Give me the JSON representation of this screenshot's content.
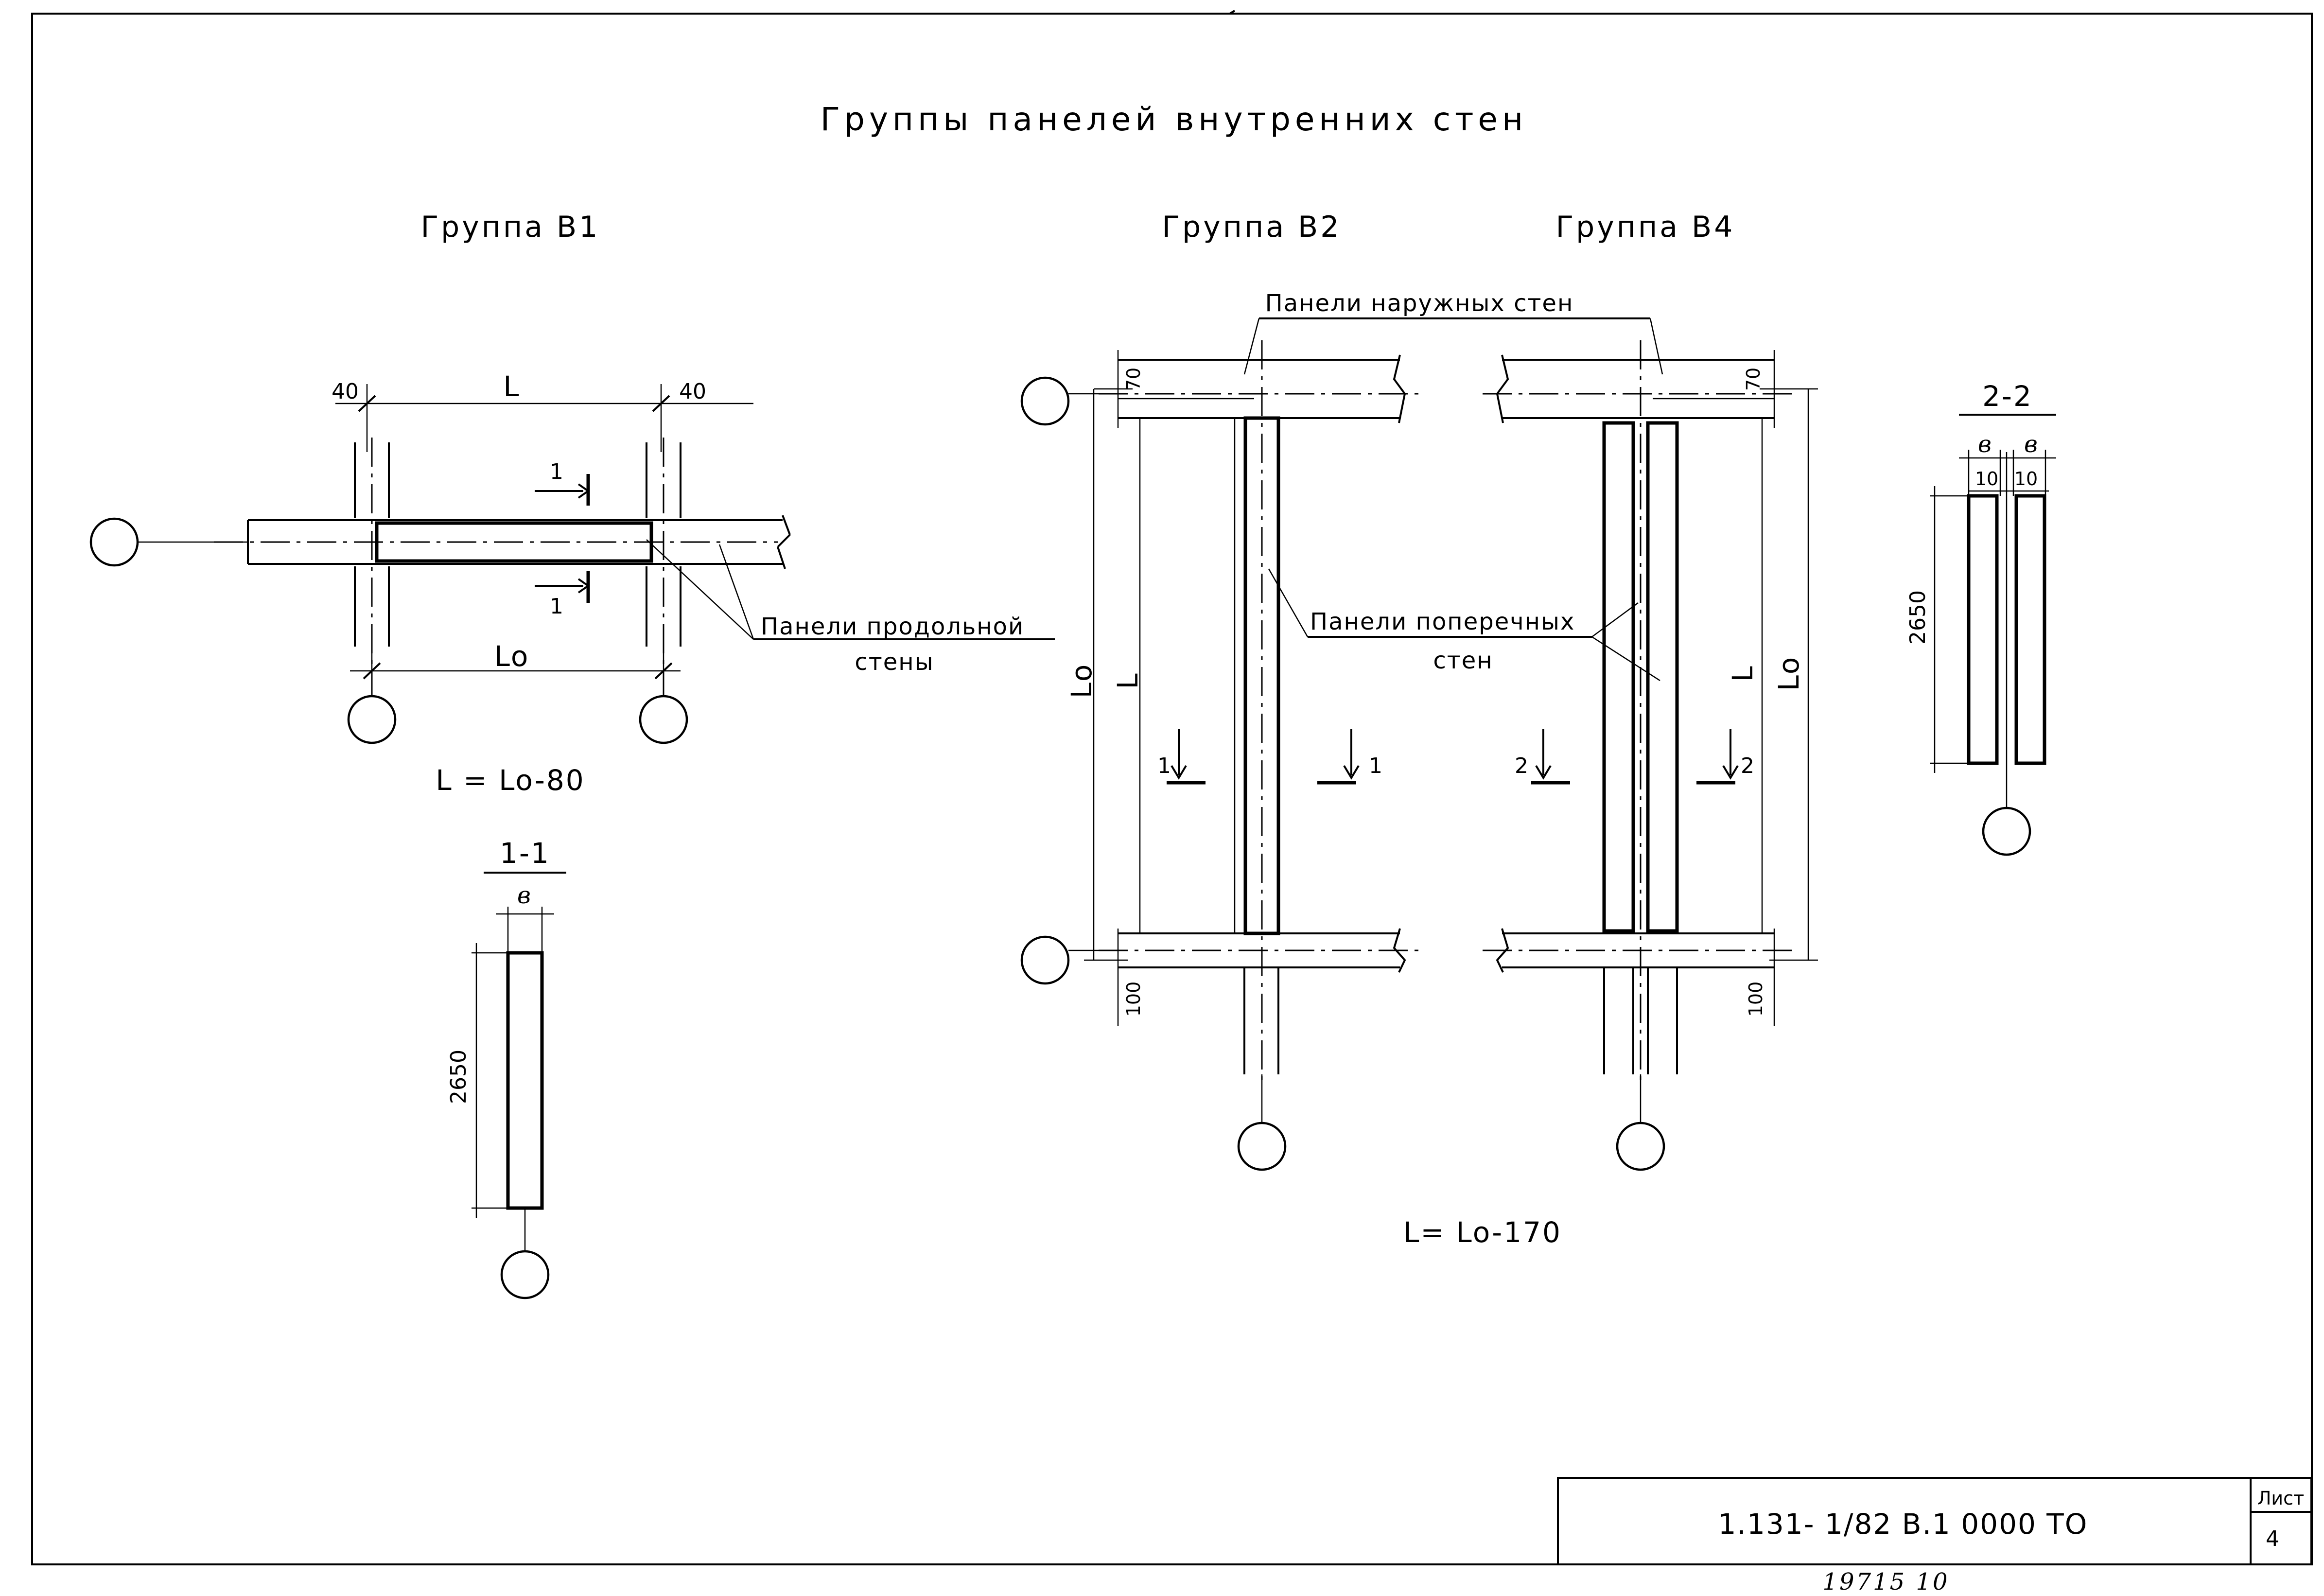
{
  "title": "Группы панелей внутренних стен",
  "groups": {
    "b1": {
      "heading": "Группа В1",
      "dim_left": "40",
      "dim_right": "40",
      "span_label": "L",
      "axis_span_label": "Lo",
      "cut_mark": "1",
      "formula": "L = Lo-80"
    },
    "b2": {
      "heading": "Группа В2",
      "dim_top": "70",
      "dim_bottom": "100",
      "label_lo": "Lo",
      "label_l": "L",
      "cut_mark": "1"
    },
    "b4": {
      "heading": "Группа В4",
      "dim_top": "70",
      "dim_bottom": "100",
      "label_lo": "Lo",
      "label_l": "L",
      "cut_mark": "2"
    },
    "b2_b4_formula": "L= Lo-170"
  },
  "callouts": {
    "longitudinal_line1": "Панели продольной",
    "longitudinal_line2": "стены",
    "transverse_line1": "Панели поперечных",
    "transverse_line2": "стен",
    "exterior": "Панели наружных стен"
  },
  "sections": {
    "s11": {
      "title": "1-1",
      "width_label": "в",
      "height": "2650"
    },
    "s22": {
      "title": "2-2",
      "width_label_left": "в",
      "width_label_right": "в",
      "gap_left": "10",
      "gap_right": "10",
      "height": "2650"
    }
  },
  "title_block": {
    "doc_code": "1.131- 1/82 В.1 0000 ТО",
    "sheet_label": "Лист",
    "sheet_number": "4"
  },
  "footer_stamp": "19715 10"
}
